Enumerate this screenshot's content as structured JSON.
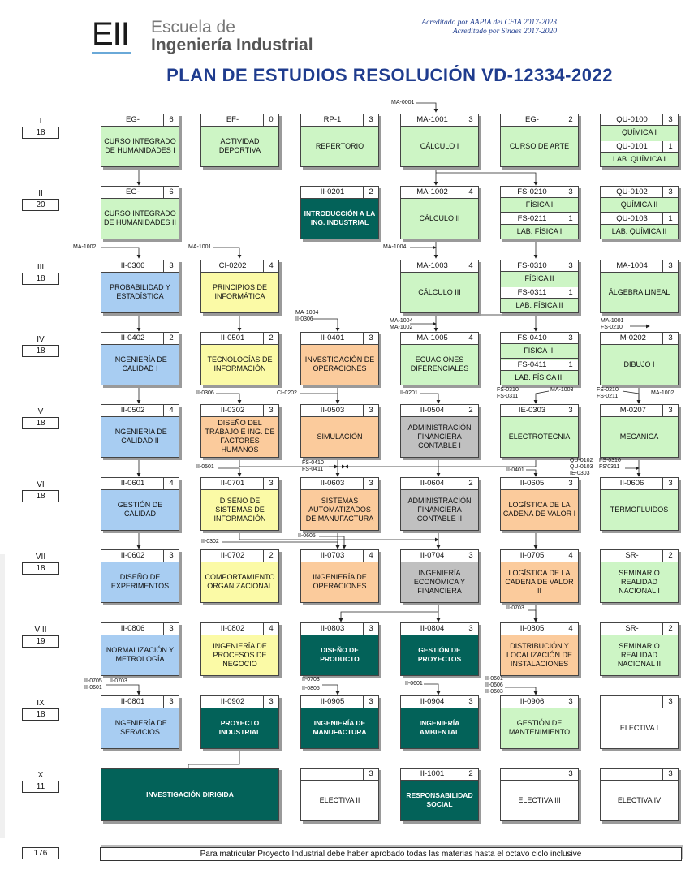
{
  "header": {
    "logo_mark": "EII",
    "logo_line1": "Escuela de",
    "logo_line2": "Ingeniería Industrial",
    "accreditation_1": "Acreditado por AAPIA del CFIA 2017-2023",
    "accreditation_2": "Acreditado por Sinaes 2017-2020",
    "title": "PLAN DE ESTUDIOS RESOLUCIÓN VD-12334-2022"
  },
  "colors": {
    "green": "#cdf5c5",
    "blue": "#a8cdf2",
    "yellow": "#fbfaa6",
    "orange": "#fbcb9c",
    "gray": "#c0c0c0",
    "teal": "#036259",
    "title": "#1f3c8e"
  },
  "semesters": [
    {
      "label": "I",
      "credits": "18"
    },
    {
      "label": "II",
      "credits": "20"
    },
    {
      "label": "III",
      "credits": "18"
    },
    {
      "label": "IV",
      "credits": "18"
    },
    {
      "label": "V",
      "credits": "18"
    },
    {
      "label": "VI",
      "credits": "18"
    },
    {
      "label": "VII",
      "credits": "18"
    },
    {
      "label": "VIII",
      "credits": "19"
    },
    {
      "label": "IX",
      "credits": "18"
    },
    {
      "label": "X",
      "credits": "11"
    }
  ],
  "courses": {
    "s1c1": {
      "code": "EG-",
      "credits": "6",
      "name": "CURSO INTEGRADO DE HUMANIDADES I"
    },
    "s1c2": {
      "code": "EF-",
      "credits": "0",
      "name": "ACTIVIDAD DEPORTIVA"
    },
    "s1c3": {
      "code": "RP-1",
      "credits": "3",
      "name": "REPERTORIO"
    },
    "s1c4": {
      "code": "MA-1001",
      "credits": "3",
      "name": "CÁLCULO I"
    },
    "s1c5": {
      "code": "EG-",
      "credits": "2",
      "name": "CURSO DE ARTE"
    },
    "s1c6a": {
      "code": "QU-0100",
      "credits": "3",
      "name": "QUÍMICA I"
    },
    "s1c6b": {
      "code": "QU-0101",
      "credits": "1",
      "name": "LAB. QUÍMICA I"
    },
    "s2c1": {
      "code": "EG-",
      "credits": "6",
      "name": "CURSO INTEGRADO DE HUMANIDADES II"
    },
    "s2c3": {
      "code": "II-0201",
      "credits": "2",
      "name": "INTRODUCCIÓN A LA ING. INDUSTRIAL"
    },
    "s2c4": {
      "code": "MA-1002",
      "credits": "4",
      "name": "CÁLCULO II"
    },
    "s2c5a": {
      "code": "FS-0210",
      "credits": "3",
      "name": "FÍSICA I"
    },
    "s2c5b": {
      "code": "FS-0211",
      "credits": "1",
      "name": "LAB. FÍSICA I"
    },
    "s2c6a": {
      "code": "QU-0102",
      "credits": "3",
      "name": "QUÍMICA II"
    },
    "s2c6b": {
      "code": "QU-0103",
      "credits": "1",
      "name": "LAB. QUÍMICA II"
    },
    "s3c1": {
      "code": "II-0306",
      "credits": "3",
      "name": "PROBABILIDAD Y ESTADÍSTICA"
    },
    "s3c2": {
      "code": "CI-0202",
      "credits": "4",
      "name": "PRINCIPIOS DE INFORMÁTICA"
    },
    "s3c4": {
      "code": "MA-1003",
      "credits": "4",
      "name": "CÁLCULO III"
    },
    "s3c5a": {
      "code": "FS-0310",
      "credits": "3",
      "name": "FÍSICA II"
    },
    "s3c5b": {
      "code": "FS-0311",
      "credits": "1",
      "name": "LAB. FÍSICA II"
    },
    "s3c6": {
      "code": "MA-1004",
      "credits": "3",
      "name": "ÁLGEBRA LINEAL"
    },
    "s4c1": {
      "code": "II-0402",
      "credits": "2",
      "name": "INGENIERÍA DE CALIDAD I"
    },
    "s4c2": {
      "code": "II-0501",
      "credits": "2",
      "name": "TECNOLOGÍAS DE INFORMACIÓN"
    },
    "s4c3": {
      "code": "II-0401",
      "credits": "3",
      "name": "INVESTIGACIÓN DE OPERACIONES"
    },
    "s4c4": {
      "code": "MA-1005",
      "credits": "4",
      "name": "ECUACIONES DIFERENCIALES"
    },
    "s4c5a": {
      "code": "FS-0410",
      "credits": "3",
      "name": "FÍSICA III"
    },
    "s4c5b": {
      "code": "FS-0411",
      "credits": "1",
      "name": "LAB. FÍSICA III"
    },
    "s4c6": {
      "code": "IM-0202",
      "credits": "3",
      "name": "DIBUJO I"
    },
    "s5c1": {
      "code": "II-0502",
      "credits": "4",
      "name": "INGENIERÍA DE CALIDAD II"
    },
    "s5c2": {
      "code": "II-0302",
      "credits": "3",
      "name": "DISEÑO DEL TRABAJO E ING. DE FACTORES HUMANOS"
    },
    "s5c3": {
      "code": "II-0503",
      "credits": "3",
      "name": "SIMULACIÓN"
    },
    "s5c4": {
      "code": "II-0504",
      "credits": "2",
      "name": "ADMINISTRACIÓN FINANCIERA CONTABLE I"
    },
    "s5c5": {
      "code": "IE-0303",
      "credits": "3",
      "name": "ELECTROTECNIA"
    },
    "s5c6": {
      "code": "IM-0207",
      "credits": "3",
      "name": "MECÁNICA"
    },
    "s6c1": {
      "code": "II-0601",
      "credits": "4",
      "name": "GESTIÓN DE CALIDAD"
    },
    "s6c2": {
      "code": "II-0701",
      "credits": "3",
      "name": "DISEÑO DE SISTEMAS DE INFORMACIÓN"
    },
    "s6c3": {
      "code": "II-0603",
      "credits": "3",
      "name": "SISTEMAS AUTOMATIZADOS DE MANUFACTURA"
    },
    "s6c4": {
      "code": "II-0604",
      "credits": "2",
      "name": "ADMINISTRACIÓN FINANCIERA CONTABLE II"
    },
    "s6c5": {
      "code": "II-0605",
      "credits": "3",
      "name": "LOGÍSTICA DE LA CADENA DE VALOR I"
    },
    "s6c6": {
      "code": "II-0606",
      "credits": "3",
      "name": "TERMOFLUIDOS"
    },
    "s7c1": {
      "code": "II-0602",
      "credits": "3",
      "name": "DISEÑO DE EXPERIMENTOS"
    },
    "s7c2": {
      "code": "II-0702",
      "credits": "2",
      "name": "COMPORTAMIENTO ORGANIZACIONAL"
    },
    "s7c3": {
      "code": "II-0703",
      "credits": "4",
      "name": "INGENIERÍA DE OPERACIONES"
    },
    "s7c4": {
      "code": "II-0704",
      "credits": "3",
      "name": "INGENIERÍA ECONÓMICA Y FINANCIERA"
    },
    "s7c5": {
      "code": "II-0705",
      "credits": "4",
      "name": "LOGÍSTICA DE LA CADENA DE VALOR II"
    },
    "s7c6": {
      "code": "SR-",
      "credits": "2",
      "name": "SEMINARIO REALIDAD NACIONAL I"
    },
    "s8c1": {
      "code": "II-0806",
      "credits": "3",
      "name": "NORMALIZACIÓN Y METROLOGÍA"
    },
    "s8c2": {
      "code": "II-0802",
      "credits": "4",
      "name": "INGENIERÍA DE PROCESOS DE NEGOCIO"
    },
    "s8c3": {
      "code": "II-0803",
      "credits": "3",
      "name": "DISEÑO DE PRODUCTO"
    },
    "s8c4": {
      "code": "II-0804",
      "credits": "3",
      "name": "GESTIÓN DE PROYECTOS"
    },
    "s8c5": {
      "code": "II-0805",
      "credits": "4",
      "name": "DISTRIBUCIÓN Y LOCALIZACIÓN DE INSTALACIONES"
    },
    "s8c6": {
      "code": "SR-",
      "credits": "2",
      "name": "SEMINARIO REALIDAD NACIONAL II"
    },
    "s9c1": {
      "code": "II-0801",
      "credits": "3",
      "name": "INGENIERÍA DE SERVICIOS"
    },
    "s9c2": {
      "code": "II-0902",
      "credits": "3",
      "name": "PROYECTO INDUSTRIAL"
    },
    "s9c3": {
      "code": "II-0905",
      "credits": "3",
      "name": "INGENIERÍA DE MANUFACTURA"
    },
    "s9c4": {
      "code": "II-0904",
      "credits": "3",
      "name": "INGENIERÍA AMBIENTAL"
    },
    "s9c5": {
      "code": "II-0906",
      "credits": "3",
      "name": "GESTIÓN DE MANTENIMIENTO"
    },
    "s9c6": {
      "code": "",
      "credits": "3",
      "name": "ELECTIVA I"
    },
    "s10c1": {
      "code": "",
      "credits": "",
      "name": "INVESTIGACIÓN DIRIGIDA"
    },
    "s10c3": {
      "code": "",
      "credits": "3",
      "name": "ELECTIVA II"
    },
    "s10c4": {
      "code": "II-1001",
      "credits": "2",
      "name": "RESPONSABILIDAD SOCIAL"
    },
    "s10c5": {
      "code": "",
      "credits": "3",
      "name": "ELECTIVA III"
    },
    "s10c6": {
      "code": "",
      "credits": "3",
      "name": "ELECTIVA IV"
    }
  },
  "prereq_labels": {
    "ma1001_top": "MA-0001",
    "ma1002_a": "MA-1002",
    "ma1001_a": "MA-1001",
    "ma1004_mid": "MA-1004",
    "ma1004_b": "MA-1004",
    "ii0306_b": "II-0306",
    "ma1004_c": "MA-1004",
    "ma1002_c": "MA-1002",
    "ma1001_d": "MA-1001",
    "fs0210_d": "FS-0210",
    "ii0306_e": "II-0306",
    "ci0202_e": "CI-0202",
    "ii0201_e": "II-0201",
    "fs0310_e": "FS-0310",
    "fs0311_e": "FS-0311",
    "ma1003_e": "MA-1003",
    "fs0210_f": "FS-0210",
    "fs0211_f": "FS-0211",
    "ma1002_f": "MA-1002",
    "ii0501_g": "II-0501",
    "fs0410_g": "FS-0410",
    "fs0411_g": "FS-0411",
    "ii0401_g": "II-0401",
    "qu0102_g": "QU-0102",
    "qu0103_g": "QU-0103",
    "ie0303_g": "IE-0303",
    "fs0310_g": "FS-0310",
    "fs0311_g": "FS'0311",
    "ii0302_h": "II-0302",
    "ii0605_h": "II-0605",
    "ii0703_i": "II-0703",
    "ii0705_j": "II-0705",
    "ii0703_j": "II-0703",
    "ii0601_j": "II-0601",
    "ii0703_k": "II-0703",
    "ii0805_k": "II-0805",
    "ii0601_k": "II-0601",
    "ii0601_l": "II-0601",
    "ii0606_l": "II-0606",
    "ii0603_l": "II-0603"
  },
  "footer": {
    "total_credits": "176",
    "note": "Para matricular Proyecto Industrial debe haber aprobado todas las materias hasta el octavo ciclo inclusive"
  }
}
